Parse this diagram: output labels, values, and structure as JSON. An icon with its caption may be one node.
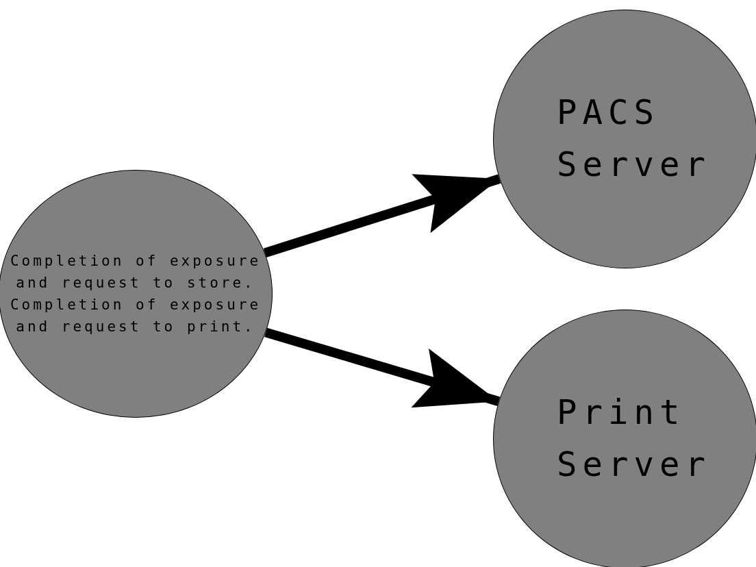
{
  "diagram": {
    "nodes": [
      {
        "text": [
          "Completion of exposure and request to store.",
          "Completion of exposure and request to print."
        ]
      },
      {
        "text": [
          "PACS Server"
        ]
      },
      {
        "text": [
          "Print Server"
        ]
      }
    ],
    "edges": [
      {
        "from": 0,
        "to": 1,
        "arrow": "to"
      },
      {
        "from": 0,
        "to": 2,
        "arrow": "to"
      }
    ]
  }
}
